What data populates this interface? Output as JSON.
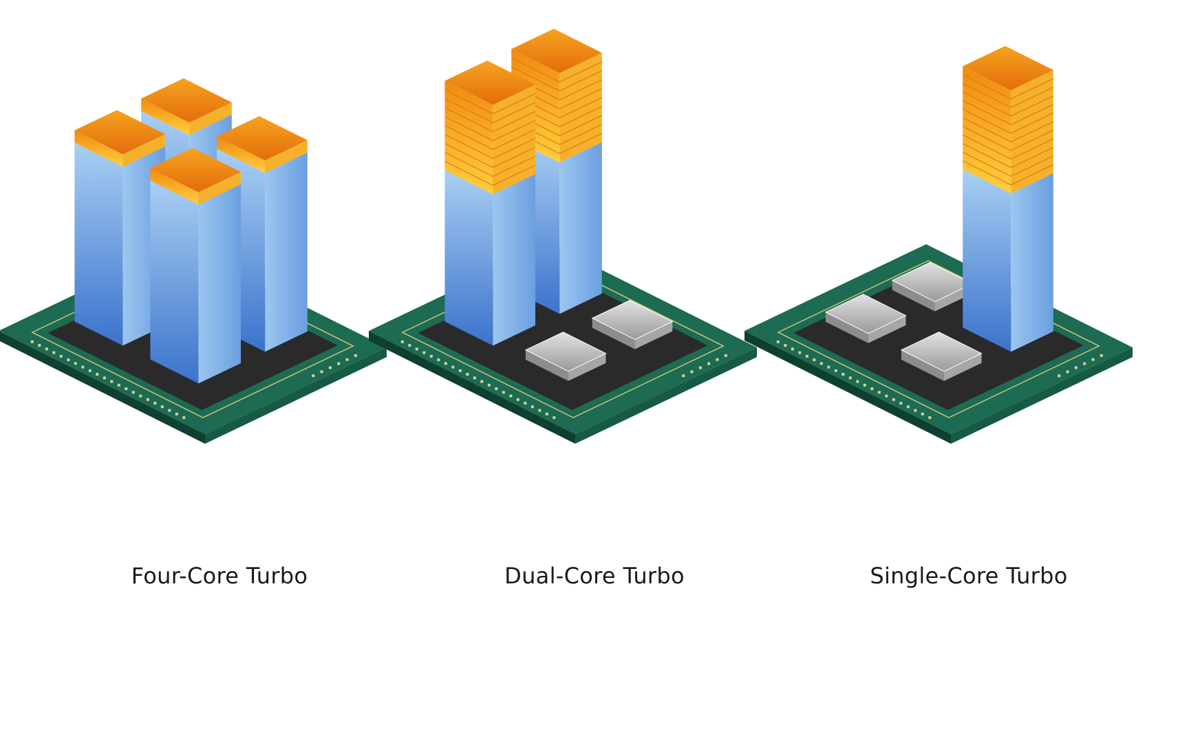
{
  "colors": {
    "background": "#ffffff",
    "board": "#1c6b52",
    "board_edge": "#0e3f30",
    "die": "#2a2a2a",
    "trace": "#cfc27a",
    "core_blue_light": "#b9d8f5",
    "core_blue_dark": "#3f79cf",
    "turbo_orange": "#f39a1c",
    "turbo_yellow": "#ffd24d",
    "idle_core": "#b8b8b8"
  },
  "panels": [
    {
      "label": "Four-Core Turbo",
      "active_cores": 4,
      "turbo_level": "low"
    },
    {
      "label": "Dual-Core Turbo",
      "active_cores": 2,
      "turbo_level": "medium"
    },
    {
      "label": "Single-Core Turbo",
      "active_cores": 1,
      "turbo_level": "high"
    }
  ]
}
